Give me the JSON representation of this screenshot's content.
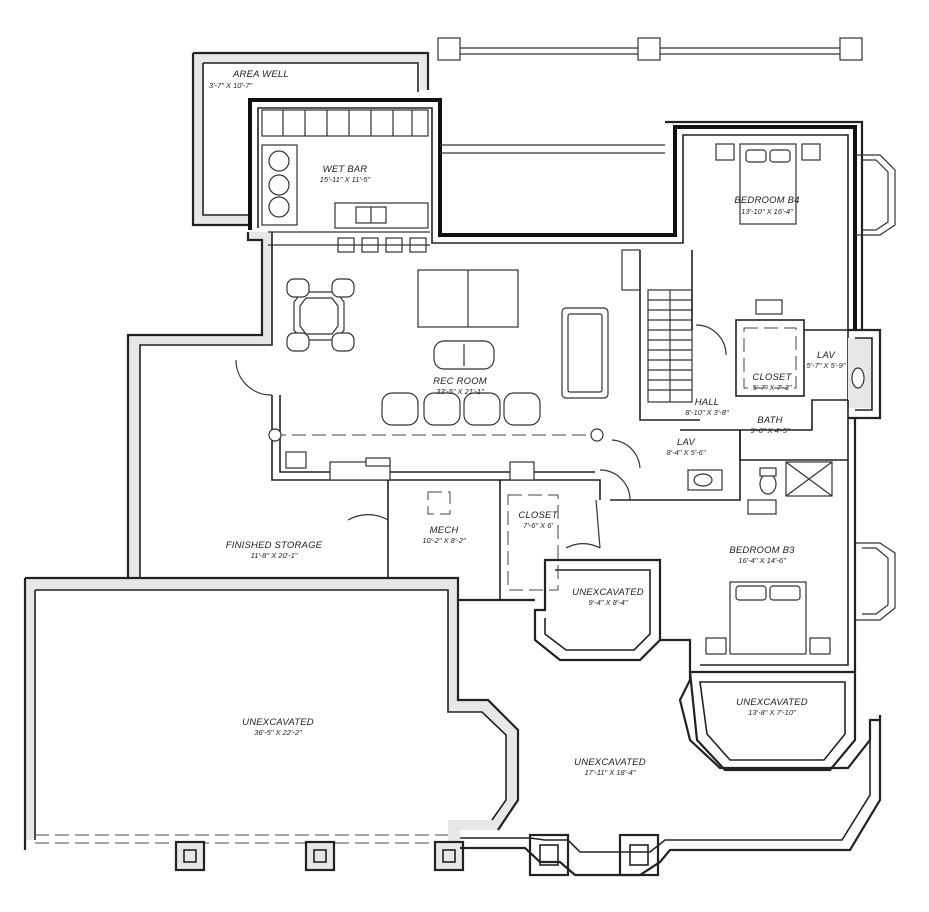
{
  "rooms": {
    "area_well": {
      "name": "AREA WELL",
      "dim": "3'-7\" X 10'-7\""
    },
    "wet_bar": {
      "name": "WET BAR",
      "dim": "15'-11\" X 11'-5\""
    },
    "bedroom_b4": {
      "name": "BEDROOM B4",
      "dim": "13'-10\" X 16'-4\""
    },
    "rec_room": {
      "name": "REC ROOM",
      "dim": "33'-5\" X 21'-1\""
    },
    "closet_b4": {
      "name": "CLOSET",
      "dim": "5'-7\" X 7'-3\""
    },
    "lav_b4": {
      "name": "LAV",
      "dim": "5'-7\" X 5'-9\""
    },
    "hall": {
      "name": "HALL",
      "dim": "8'-10\" X 3'-8\""
    },
    "bath": {
      "name": "BATH",
      "dim": "9'-6\" X 4'-5\""
    },
    "lav_hall": {
      "name": "LAV",
      "dim": "8'-4\" X 5'-6\""
    },
    "finished_storage": {
      "name": "FINISHED STORAGE",
      "dim": "11'-8\" X 20'-1\""
    },
    "mech": {
      "name": "MECH",
      "dim": "10'-2\" X 8'-2\""
    },
    "closet_mech": {
      "name": "CLOSET",
      "dim": "7'-6\" X 6'"
    },
    "bedroom_b3": {
      "name": "BEDROOM B3",
      "dim": "16'-4\" X 14'-6\""
    },
    "unexcavated_small": {
      "name": "UNEXCAVATED",
      "dim": "9'-4\" X 8'-4\""
    },
    "unexcavated_large": {
      "name": "UNEXCAVATED",
      "dim": "36'-5\" X 22'-2\""
    },
    "unexcavated_bay": {
      "name": "UNEXCAVATED",
      "dim": "13'-8\" X 7'-10\""
    },
    "unexcavated_center": {
      "name": "UNEXCAVATED",
      "dim": "17'-11\" X 18'-4\""
    }
  }
}
